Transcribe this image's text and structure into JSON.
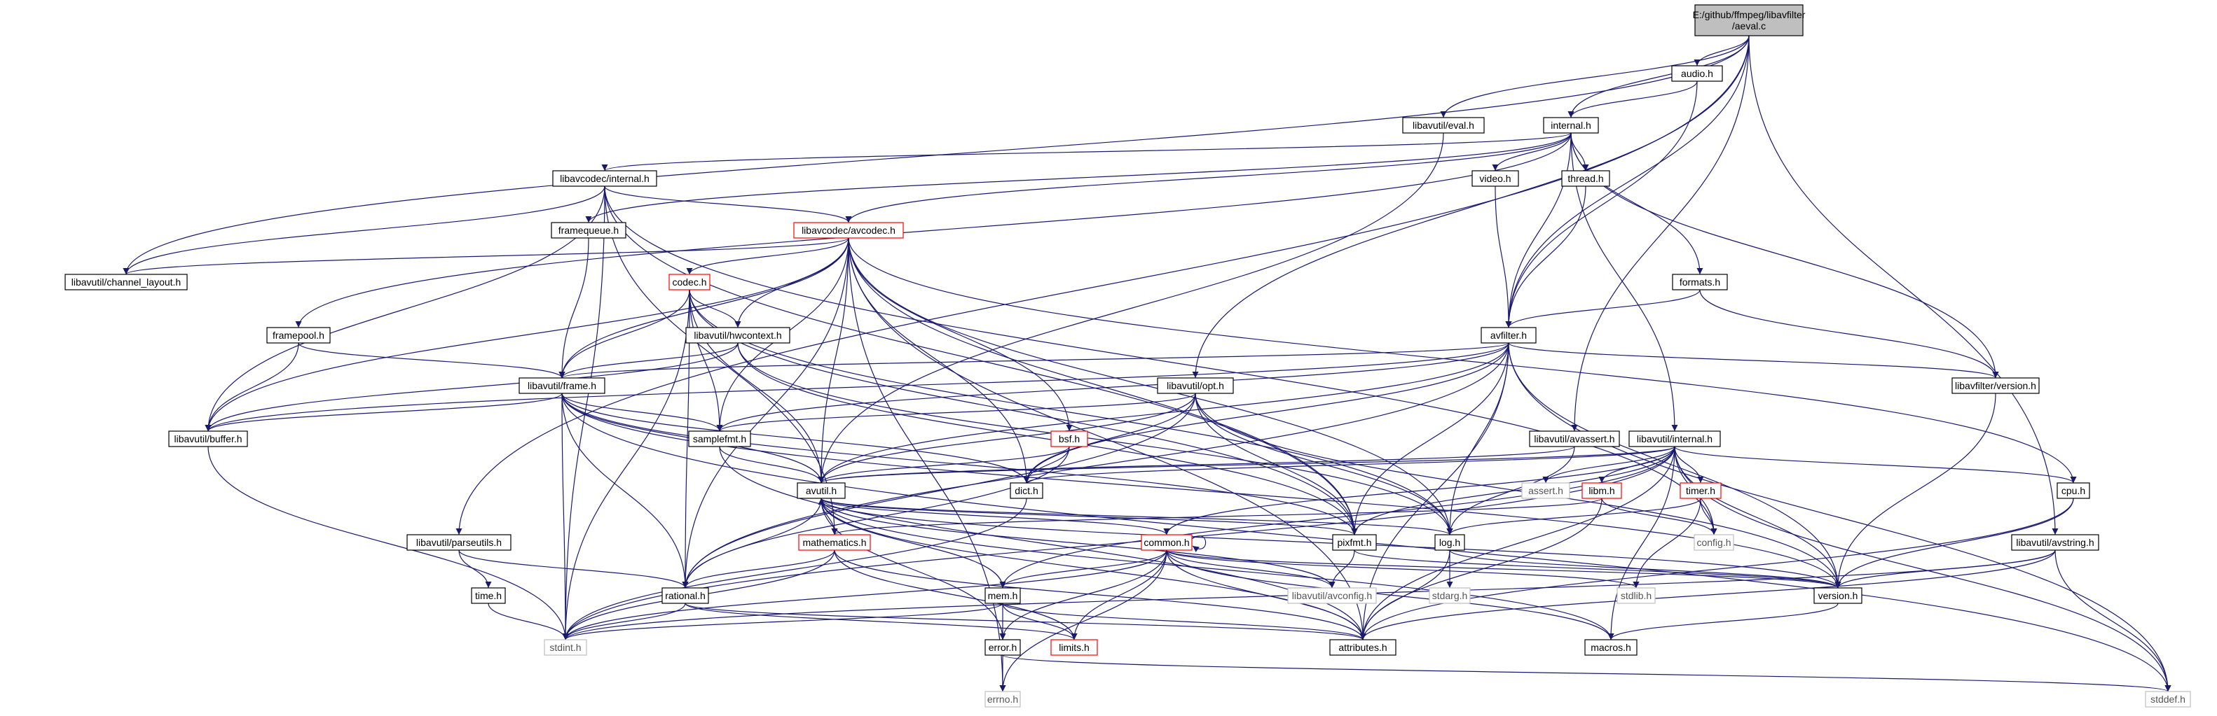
{
  "title": "E:/github/ffmpeg/libavfilter/aeval.c",
  "colors": {
    "edge": "#191970",
    "border": "#000000",
    "root_fill": "#bfbfbf",
    "truncated_border": "#ff0000",
    "external_border": "#bfbfbf",
    "external_text": "#555555"
  },
  "nodes": [
    {
      "id": "aeval",
      "label": "E:/github/ffmpeg/libavfilter\n/aeval.c",
      "kind": "root"
    },
    {
      "id": "audio",
      "label": "audio.h"
    },
    {
      "id": "eval",
      "label": "libavutil/eval.h"
    },
    {
      "id": "internal",
      "label": "internal.h"
    },
    {
      "id": "codec_internal",
      "label": "libavcodec/internal.h"
    },
    {
      "id": "video",
      "label": "video.h"
    },
    {
      "id": "thread",
      "label": "thread.h"
    },
    {
      "id": "framequeue",
      "label": "framequeue.h"
    },
    {
      "id": "avcodec",
      "label": "libavcodec/avcodec.h",
      "kind": "truncated"
    },
    {
      "id": "channel_layout",
      "label": "libavutil/channel_layout.h"
    },
    {
      "id": "formats",
      "label": "formats.h"
    },
    {
      "id": "codec",
      "label": "codec.h",
      "kind": "truncated"
    },
    {
      "id": "framepool",
      "label": "framepool.h"
    },
    {
      "id": "hwcontext",
      "label": "libavutil/hwcontext.h"
    },
    {
      "id": "avfilter",
      "label": "avfilter.h"
    },
    {
      "id": "frame",
      "label": "libavutil/frame.h"
    },
    {
      "id": "opt",
      "label": "libavutil/opt.h"
    },
    {
      "id": "filter_version",
      "label": "libavfilter/version.h"
    },
    {
      "id": "buffer",
      "label": "libavutil/buffer.h"
    },
    {
      "id": "samplefmt",
      "label": "samplefmt.h"
    },
    {
      "id": "bsf",
      "label": "bsf.h",
      "kind": "truncated"
    },
    {
      "id": "avassert",
      "label": "libavutil/avassert.h"
    },
    {
      "id": "util_internal",
      "label": "libavutil/internal.h"
    },
    {
      "id": "avutil",
      "label": "avutil.h"
    },
    {
      "id": "dict",
      "label": "dict.h"
    },
    {
      "id": "assert",
      "label": "assert.h",
      "kind": "external"
    },
    {
      "id": "libm",
      "label": "libm.h",
      "kind": "truncated"
    },
    {
      "id": "timer",
      "label": "timer.h",
      "kind": "truncated"
    },
    {
      "id": "cpu",
      "label": "cpu.h"
    },
    {
      "id": "parseutils",
      "label": "libavutil/parseutils.h"
    },
    {
      "id": "mathematics",
      "label": "mathematics.h",
      "kind": "truncated"
    },
    {
      "id": "common",
      "label": "common.h",
      "kind": "truncated"
    },
    {
      "id": "pixfmt",
      "label": "pixfmt.h"
    },
    {
      "id": "log",
      "label": "log.h"
    },
    {
      "id": "config",
      "label": "config.h",
      "kind": "external"
    },
    {
      "id": "avstring",
      "label": "libavutil/avstring.h"
    },
    {
      "id": "time",
      "label": "time.h"
    },
    {
      "id": "rational",
      "label": "rational.h"
    },
    {
      "id": "mem",
      "label": "mem.h"
    },
    {
      "id": "avconfig",
      "label": "libavutil/avconfig.h",
      "kind": "external"
    },
    {
      "id": "stdarg",
      "label": "stdarg.h",
      "kind": "external"
    },
    {
      "id": "stdlib",
      "label": "stdlib.h",
      "kind": "external"
    },
    {
      "id": "version",
      "label": "version.h"
    },
    {
      "id": "stdint",
      "label": "stdint.h",
      "kind": "external"
    },
    {
      "id": "error",
      "label": "error.h"
    },
    {
      "id": "limits",
      "label": "limits.h",
      "kind": "truncated"
    },
    {
      "id": "attributes",
      "label": "attributes.h"
    },
    {
      "id": "macros",
      "label": "macros.h"
    },
    {
      "id": "errno",
      "label": "errno.h",
      "kind": "external"
    },
    {
      "id": "stddef",
      "label": "stddef.h",
      "kind": "external"
    }
  ],
  "edges": [
    [
      "aeval",
      "audio"
    ],
    [
      "aeval",
      "eval"
    ],
    [
      "aeval",
      "internal"
    ],
    [
      "aeval",
      "avfilter"
    ],
    [
      "aeval",
      "opt"
    ],
    [
      "aeval",
      "avassert"
    ],
    [
      "aeval",
      "avstring"
    ],
    [
      "aeval",
      "channel_layout"
    ],
    [
      "aeval",
      "parseutils"
    ],
    [
      "audio",
      "internal"
    ],
    [
      "audio",
      "avfilter"
    ],
    [
      "eval",
      "avutil"
    ],
    [
      "internal",
      "codec_internal"
    ],
    [
      "internal",
      "video"
    ],
    [
      "internal",
      "thread"
    ],
    [
      "internal",
      "framequeue"
    ],
    [
      "internal",
      "avcodec"
    ],
    [
      "internal",
      "formats"
    ],
    [
      "internal",
      "framepool"
    ],
    [
      "internal",
      "avfilter"
    ],
    [
      "internal",
      "filter_version"
    ],
    [
      "internal",
      "util_internal"
    ],
    [
      "codec_internal",
      "channel_layout"
    ],
    [
      "codec_internal",
      "buffer"
    ],
    [
      "codec_internal",
      "avcodec"
    ],
    [
      "codec_internal",
      "mathematics"
    ],
    [
      "codec_internal",
      "pixfmt"
    ],
    [
      "codec_internal",
      "config"
    ],
    [
      "codec_internal",
      "stdint"
    ],
    [
      "video",
      "avfilter"
    ],
    [
      "thread",
      "avfilter"
    ],
    [
      "framequeue",
      "frame"
    ],
    [
      "formats",
      "avfilter"
    ],
    [
      "formats",
      "filter_version"
    ],
    [
      "avcodec",
      "codec"
    ],
    [
      "avcodec",
      "hwcontext"
    ],
    [
      "avcodec",
      "frame"
    ],
    [
      "avcodec",
      "channel_layout"
    ],
    [
      "avcodec",
      "buffer"
    ],
    [
      "avcodec",
      "samplefmt"
    ],
    [
      "avcodec",
      "bsf"
    ],
    [
      "avcodec",
      "avutil"
    ],
    [
      "avcodec",
      "dict"
    ],
    [
      "avcodec",
      "log"
    ],
    [
      "avcodec",
      "pixfmt"
    ],
    [
      "avcodec",
      "rational"
    ],
    [
      "avcodec",
      "attributes"
    ],
    [
      "avcodec",
      "cpu"
    ],
    [
      "avcodec",
      "errno"
    ],
    [
      "codec",
      "hwcontext"
    ],
    [
      "codec",
      "samplefmt"
    ],
    [
      "codec",
      "avutil"
    ],
    [
      "codec",
      "log"
    ],
    [
      "codec",
      "pixfmt"
    ],
    [
      "codec",
      "rational"
    ],
    [
      "codec",
      "stdint"
    ],
    [
      "codec",
      "frame"
    ],
    [
      "framepool",
      "buffer"
    ],
    [
      "framepool",
      "frame"
    ],
    [
      "hwcontext",
      "buffer"
    ],
    [
      "hwcontext",
      "frame"
    ],
    [
      "hwcontext",
      "log"
    ],
    [
      "hwcontext",
      "pixfmt"
    ],
    [
      "avfilter",
      "frame"
    ],
    [
      "avfilter",
      "avutil"
    ],
    [
      "avfilter",
      "dict"
    ],
    [
      "avfilter",
      "log"
    ],
    [
      "avfilter",
      "samplefmt"
    ],
    [
      "avfilter",
      "pixfmt"
    ],
    [
      "avfilter",
      "rational"
    ],
    [
      "avfilter",
      "filter_version"
    ],
    [
      "avfilter",
      "attributes"
    ],
    [
      "avfilter",
      "stddef"
    ],
    [
      "avfilter",
      "buffer"
    ],
    [
      "avfilter",
      "version"
    ],
    [
      "frame",
      "avutil"
    ],
    [
      "frame",
      "buffer"
    ],
    [
      "frame",
      "dict"
    ],
    [
      "frame",
      "rational"
    ],
    [
      "frame",
      "samplefmt"
    ],
    [
      "frame",
      "pixfmt"
    ],
    [
      "frame",
      "version"
    ],
    [
      "frame",
      "stdint"
    ],
    [
      "frame",
      "stddef"
    ],
    [
      "opt",
      "avutil"
    ],
    [
      "opt",
      "dict"
    ],
    [
      "opt",
      "log"
    ],
    [
      "opt",
      "pixfmt"
    ],
    [
      "opt",
      "rational"
    ],
    [
      "opt",
      "samplefmt"
    ],
    [
      "opt",
      "version"
    ],
    [
      "filter_version",
      "version"
    ],
    [
      "buffer",
      "stdint"
    ],
    [
      "samplefmt",
      "avutil"
    ],
    [
      "samplefmt",
      "attributes"
    ],
    [
      "bsf",
      "avutil"
    ],
    [
      "bsf",
      "dict"
    ],
    [
      "bsf",
      "rational"
    ],
    [
      "avassert",
      "avutil"
    ],
    [
      "avassert",
      "log"
    ],
    [
      "util_internal",
      "avutil"
    ],
    [
      "util_internal",
      "dict"
    ],
    [
      "util_internal",
      "assert"
    ],
    [
      "util_internal",
      "libm"
    ],
    [
      "util_internal",
      "timer"
    ],
    [
      "util_internal",
      "cpu"
    ],
    [
      "util_internal",
      "config"
    ],
    [
      "util_internal",
      "common"
    ],
    [
      "util_internal",
      "pixfmt"
    ],
    [
      "util_internal",
      "version"
    ],
    [
      "util_internal",
      "attributes"
    ],
    [
      "util_internal",
      "macros"
    ],
    [
      "util_internal",
      "stdint"
    ],
    [
      "util_internal",
      "mem"
    ],
    [
      "util_internal",
      "stddef"
    ],
    [
      "avutil",
      "common"
    ],
    [
      "avutil",
      "error"
    ],
    [
      "avutil",
      "rational"
    ],
    [
      "avutil",
      "mathematics"
    ],
    [
      "avutil",
      "log"
    ],
    [
      "avutil",
      "pixfmt"
    ],
    [
      "avutil",
      "version"
    ],
    [
      "avutil",
      "macros"
    ],
    [
      "avutil",
      "attributes"
    ],
    [
      "avutil",
      "avconfig"
    ],
    [
      "dict",
      "stdint"
    ],
    [
      "libm",
      "config"
    ],
    [
      "libm",
      "attributes"
    ],
    [
      "libm",
      "mathematics"
    ],
    [
      "timer",
      "config"
    ],
    [
      "timer",
      "log"
    ],
    [
      "timer",
      "stdlib"
    ],
    [
      "cpu",
      "version"
    ],
    [
      "cpu",
      "attributes"
    ],
    [
      "parseutils",
      "rational"
    ],
    [
      "parseutils",
      "time"
    ],
    [
      "mathematics",
      "rational"
    ],
    [
      "mathematics",
      "stdint"
    ],
    [
      "mathematics",
      "attributes"
    ],
    [
      "mathematics",
      "limits"
    ],
    [
      "common",
      "common"
    ],
    [
      "common",
      "mem"
    ],
    [
      "common",
      "error"
    ],
    [
      "common",
      "limits"
    ],
    [
      "common",
      "attributes"
    ],
    [
      "common",
      "macros"
    ],
    [
      "common",
      "version"
    ],
    [
      "common",
      "avconfig"
    ],
    [
      "common",
      "stdlib"
    ],
    [
      "common",
      "errno"
    ],
    [
      "common",
      "stdint"
    ],
    [
      "log",
      "stdarg"
    ],
    [
      "log",
      "version"
    ],
    [
      "log",
      "attributes"
    ],
    [
      "avstring",
      "version"
    ],
    [
      "avstring",
      "attributes"
    ],
    [
      "avstring",
      "stddef"
    ],
    [
      "avstring",
      "stdint"
    ],
    [
      "time",
      "stdint"
    ],
    [
      "rational",
      "stdint"
    ],
    [
      "rational",
      "limits"
    ],
    [
      "rational",
      "attributes"
    ],
    [
      "mem",
      "avutil"
    ],
    [
      "mem",
      "error"
    ],
    [
      "mem",
      "stdint"
    ],
    [
      "mem",
      "limits"
    ],
    [
      "mem",
      "attributes"
    ],
    [
      "pixfmt",
      "avconfig"
    ],
    [
      "pixfmt",
      "version"
    ],
    [
      "version",
      "macros"
    ],
    [
      "error",
      "errno"
    ],
    [
      "error",
      "stddef"
    ]
  ]
}
